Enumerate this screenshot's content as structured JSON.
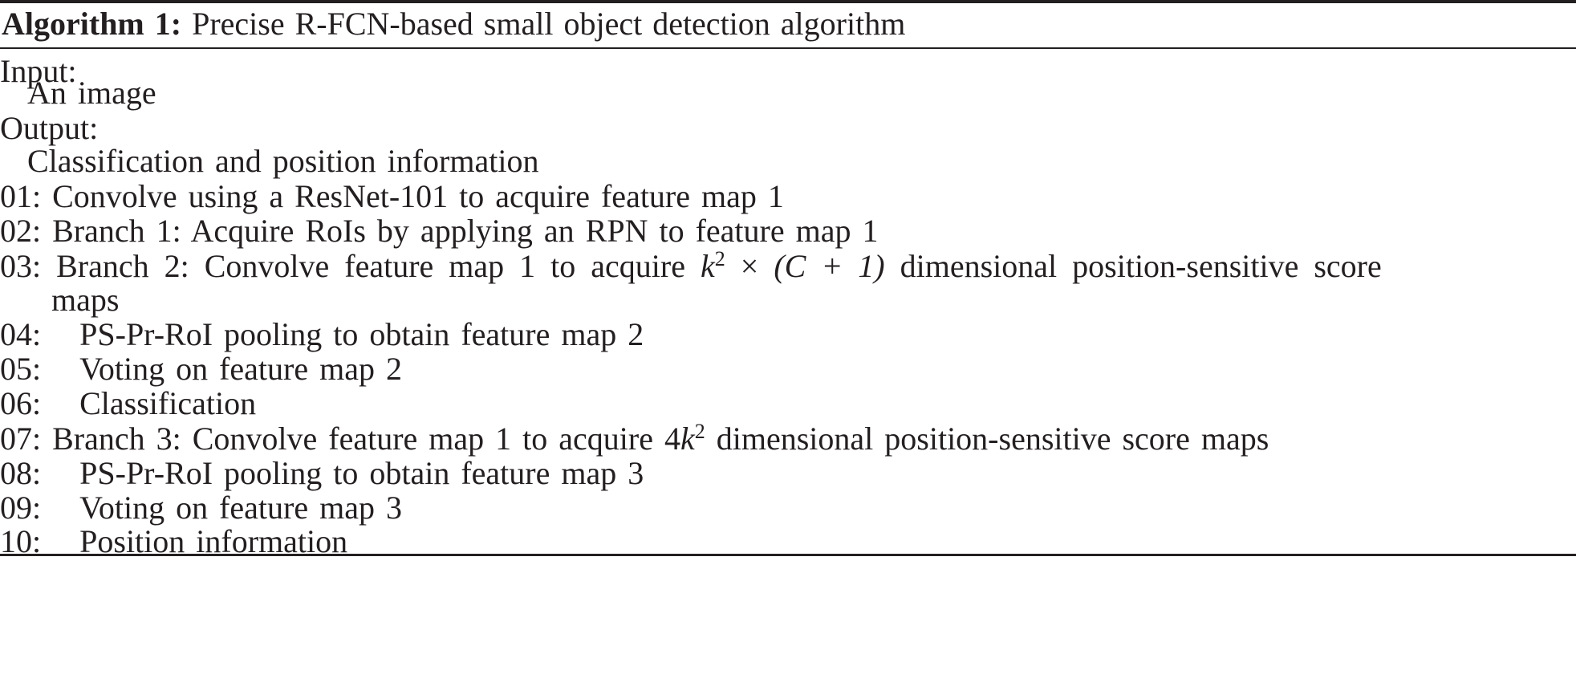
{
  "algorithm": {
    "label": "Algorithm 1:",
    "title": "Precise R-FCN-based small object detection algorithm",
    "input_label": "Input:",
    "input_value": "An image",
    "output_label": "Output:",
    "output_value": "Classification and position information",
    "steps": [
      {
        "num": "01:",
        "text": "Convolve using a ResNet-101 to acquire feature map 1"
      },
      {
        "num": "02:",
        "text": "Branch 1: Acquire RoIs by applying an RPN to feature map 1"
      },
      {
        "num": "03:",
        "text_before": "Branch 2: Convolve feature map 1 to acquire",
        "k": "k",
        "exp": "2",
        "times": "×",
        "paren_c": "(C + 1)",
        "text_after": "dimensional position-sensitive score",
        "continuation": "maps"
      },
      {
        "num": "04:",
        "text": "PS-Pr-RoI pooling to obtain feature map 2"
      },
      {
        "num": "05:",
        "text": "Voting on feature map 2"
      },
      {
        "num": "06:",
        "text": "Classification"
      },
      {
        "num": "07:",
        "text_before": "Branch 3: Convolve feature map 1 to acquire",
        "coef": "4",
        "k": "k",
        "exp": "2",
        "text_after": "dimensional position-sensitive score maps"
      },
      {
        "num": "08:",
        "text": "PS-Pr-RoI pooling to obtain feature map 3"
      },
      {
        "num": "09:",
        "text": "Voting on feature map 3"
      },
      {
        "num": "10:",
        "text": "Position information"
      }
    ]
  }
}
